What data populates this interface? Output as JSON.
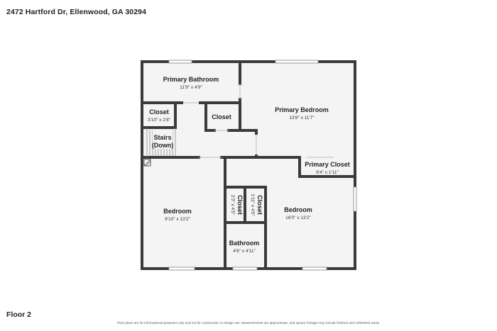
{
  "header": {
    "address": "2472 Hartford Dr, Ellenwood, GA 30294"
  },
  "footer": {
    "floor_label": "Floor 2",
    "disclaimer": "Floor plans are for informational purposes only and not for construction or design use. Measurements are approximate, and square footage may include finished and unfinished areas."
  },
  "rooms": {
    "primary_bathroom": {
      "name": "Primary Bathroom",
      "dims": "11'9\" x 4'9\""
    },
    "primary_bedroom": {
      "name": "Primary Bedroom",
      "dims": "13'8\" x 11'7\""
    },
    "closet_left": {
      "name": "Closet",
      "dims": "3'10\" x 2'8\""
    },
    "closet_center": {
      "name": "Closet"
    },
    "stairs": {
      "name_line1": "Stairs",
      "name_line2": "(Down)"
    },
    "primary_closet": {
      "name": "Primary Closet",
      "dims": "6'4\" x 1'11\""
    },
    "bedroom_left": {
      "name": "Bedroom",
      "dims": "9'10\" x 13'2\""
    },
    "bedroom_right": {
      "name": "Bedroom",
      "dims": "16'0\" x 13'2\""
    },
    "closet_small_a": {
      "name": "Closet",
      "dims": "2'3\" x 4'5\""
    },
    "closet_small_b": {
      "name": "Closet",
      "dims": "1'11\" x 4'5\""
    },
    "bathroom": {
      "name": "Bathroom",
      "dims": "4'6\" x 4'11\""
    }
  }
}
